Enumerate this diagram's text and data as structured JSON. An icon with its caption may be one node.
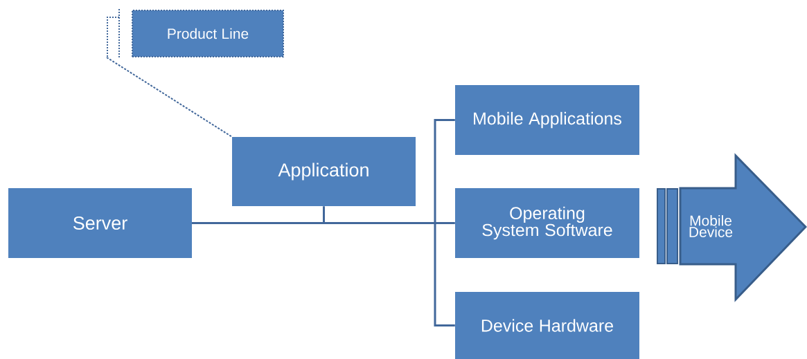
{
  "diagram": {
    "nodes": [
      {
        "text": [
          "Product Line"
        ]
      },
      {
        "text": [
          "Application"
        ]
      },
      {
        "text": [
          "Server"
        ]
      },
      {
        "text": [
          "Mobile Applications"
        ]
      },
      {
        "text": [
          "Operating System Software"
        ]
      },
      {
        "text": [
          "Device Hardware"
        ]
      },
      {
        "text": [
          "Mobile Device"
        ]
      }
    ],
    "edges": [
      {
        "from": 0,
        "to": 1,
        "arrow": "none",
        "style": "dashed"
      },
      {
        "from": 2,
        "to": 1,
        "arrow": "none"
      },
      {
        "from": 2,
        "to": 3,
        "arrow": "none"
      },
      {
        "from": 2,
        "to": 4,
        "arrow": "none"
      },
      {
        "from": 2,
        "to": 5,
        "arrow": "none"
      }
    ]
  }
}
